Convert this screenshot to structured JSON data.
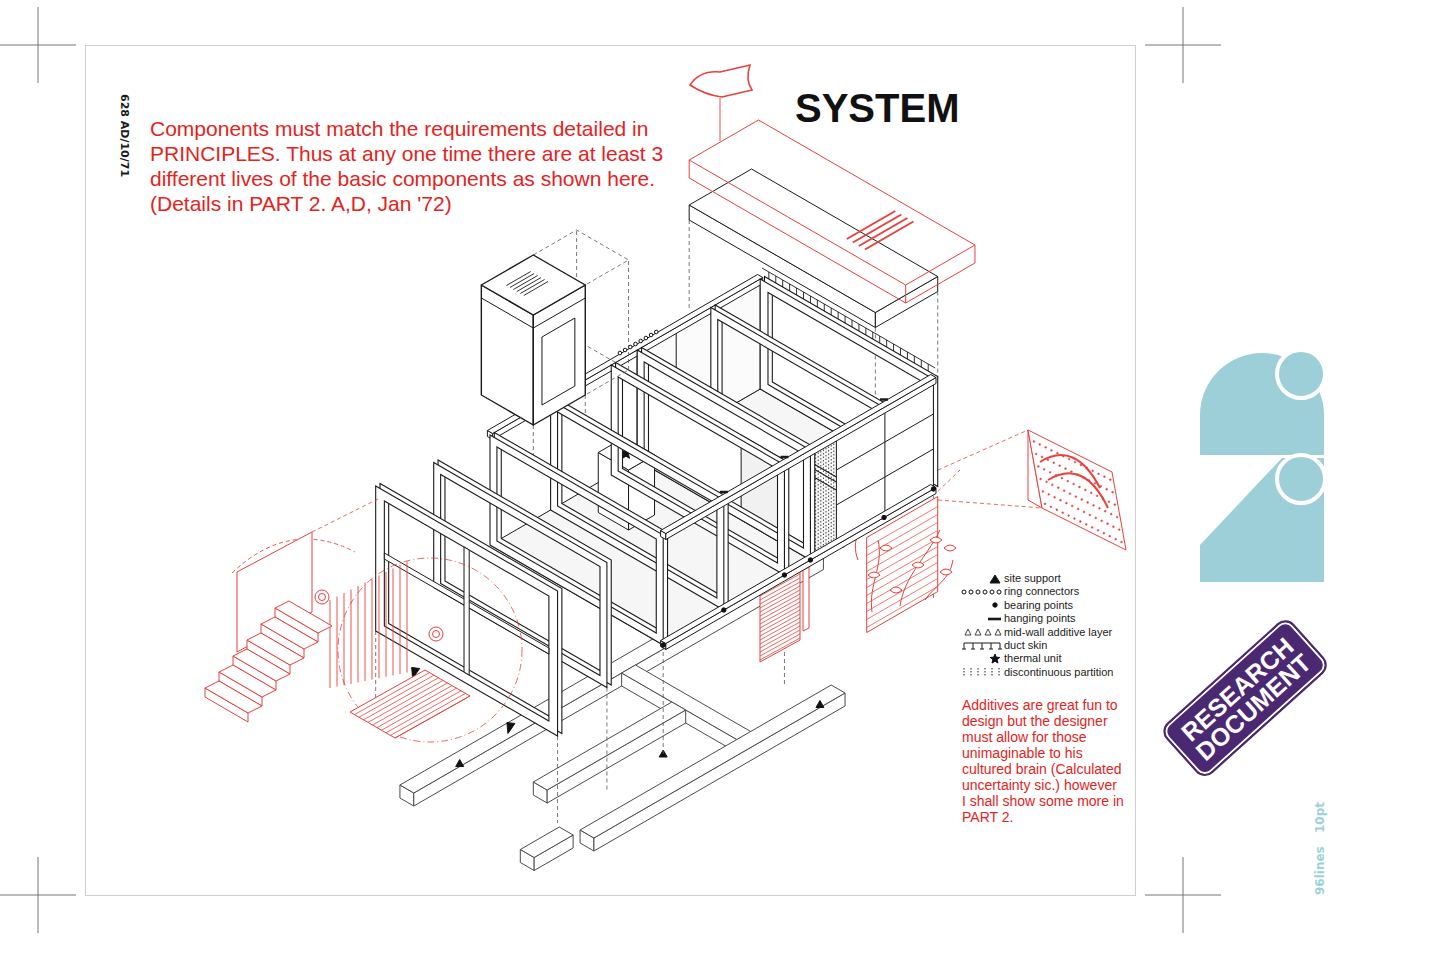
{
  "diagram": {
    "title": "SYSTEM",
    "nodes": [
      {
        "text": [
          "RESEARCH DOCUMENT"
        ]
      }
    ],
    "labels": [
      "628 AD/10/71",
      "Components must match the requirements detailed in PRINCIPLES. Thus at any one time there are at least 3 different lives of the basic components as shown here. (Details in PART 2. A,D, Jan '72)",
      "Additives are great fun to design but the designer must allow for those unimaginable to his cultured brain (Calculated uncertainty sic.) however I shall show some more in PART 2.",
      "96lines",
      "10pt"
    ],
    "legend": [
      {
        "text": "site support"
      },
      {
        "text": "ring connectors"
      },
      {
        "text": "bearing points"
      },
      {
        "text": "hanging points"
      },
      {
        "text": "mid-wall additive layer"
      },
      {
        "text": "duct skin"
      },
      {
        "text": "thermal unit"
      },
      {
        "text": "discontinuous partition"
      }
    ]
  }
}
